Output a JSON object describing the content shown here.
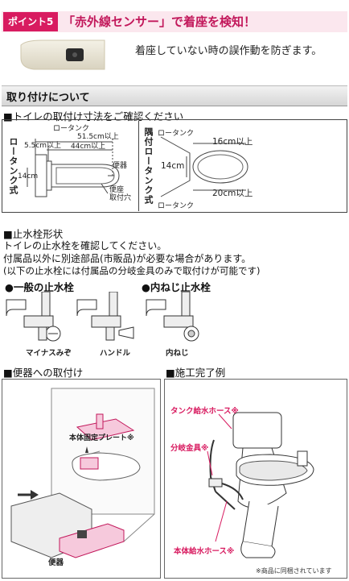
{
  "point": {
    "badge": "ポイント5",
    "title": "「赤外線センサー」で着座を検知！",
    "description": "着座していない時の誤作動を防ぎます。"
  },
  "section": {
    "title": "取り付けについて"
  },
  "dimensions": {
    "heading": "■トイレの取付け寸法をご確認ください",
    "left": {
      "vertical_label": "ロータンク式",
      "label_low_tank": "ロータンク",
      "dim_51": "51.5cm以上",
      "dim_55": "5.5cm以上",
      "dim_44": "44cm以上",
      "dim_14": "14cm",
      "label_toilet": "便器",
      "label_hole": "便座",
      "label_hole2": "取付穴"
    },
    "right": {
      "vertical_label": "隅付ロータンク式",
      "label_low_tank_top": "ロータンク",
      "label_low_tank_bottom": "ロータンク",
      "dim_16": "16cm以上",
      "dim_14": "14cm",
      "dim_20": "20cm以上"
    }
  },
  "valve": {
    "heading": "■止水栓形状",
    "line1": "トイレの止水栓を確認してください。",
    "line2": "付属品以外に別途部品(市販品)が必要な場合があります。",
    "line3": "(以下の止水栓には付属品の分岐金具のみで取付けが可能です)",
    "type_general": "●一般の止水栓",
    "type_inner": "●内ねじ止水栓",
    "label_minus": "マイナスみぞ",
    "label_handle": "ハンドル",
    "label_inner": "内ねじ"
  },
  "install": {
    "heading": "■便器への取付け",
    "plate_label": "本体固定プレート※",
    "toilet_label": "便器"
  },
  "complete": {
    "heading": "■施工完了例",
    "tank_hose": "タンク給水ホース※",
    "branch": "分岐金具※",
    "body_hose": "本体給水ホース※",
    "note": "※商品に同梱されています"
  },
  "colors": {
    "accent": "#d81b60",
    "header_bg": "#fbe7ee"
  }
}
